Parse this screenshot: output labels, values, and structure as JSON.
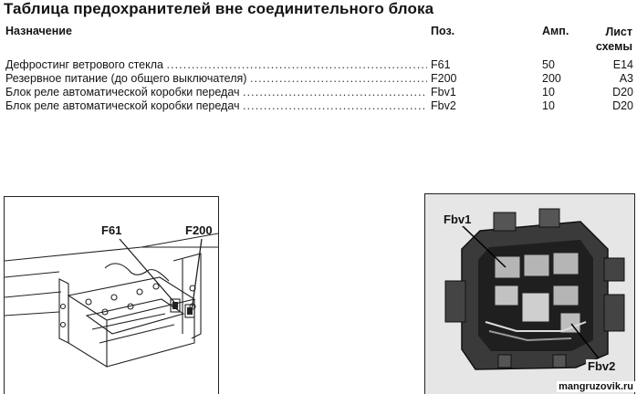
{
  "title": "Таблица предохранителей вне соединительного блока",
  "table": {
    "headers": {
      "name": "Назначение",
      "pos": "Поз.",
      "amp": "Амп.",
      "sheet_line1": "Лист",
      "sheet_line2": "схемы"
    },
    "rows": [
      {
        "name": "Дефростинг ветрового стекла",
        "pos": "F61",
        "amp": "50",
        "sheet": "E14"
      },
      {
        "name": "Резервное питание (до общего выключателя)",
        "pos": "F200",
        "amp": "200",
        "sheet": "A3"
      },
      {
        "name": "Блок реле автоматической коробки передач",
        "pos": "Fbv1",
        "amp": "10",
        "sheet": "D20"
      },
      {
        "name": "Блок реле автоматической коробки передач",
        "pos": "Fbv2",
        "amp": "10",
        "sheet": "D20"
      }
    ]
  },
  "figures": {
    "left": {
      "label_a": "F61",
      "label_b": "F200"
    },
    "right": {
      "label_a": "Fbv1",
      "label_b": "Fbv2"
    }
  },
  "watermark": "mangruzovik.ru"
}
